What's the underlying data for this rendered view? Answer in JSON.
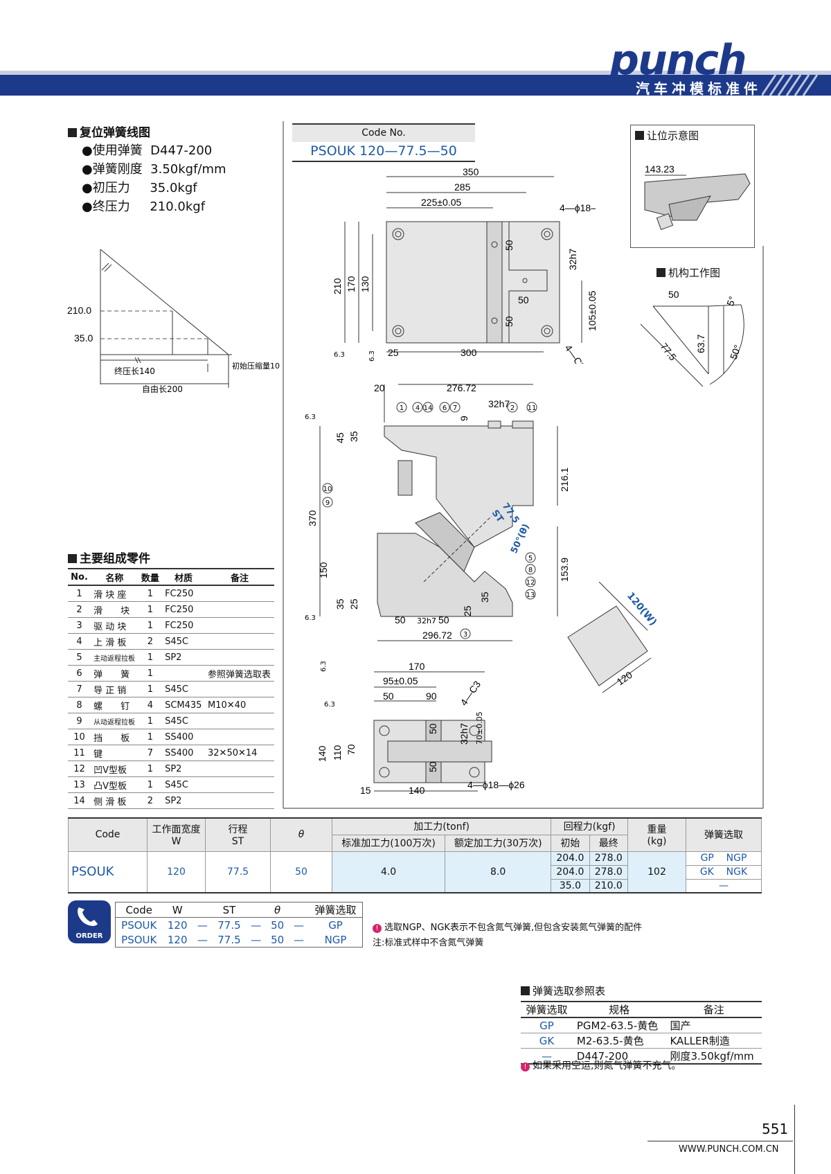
{
  "header": {
    "logo": "punch",
    "subtitle": "汽车冲模标准件"
  },
  "spring": {
    "title": "复位弹簧线图",
    "specs": [
      {
        "label": "●使用弹簧",
        "value": "D447-200"
      },
      {
        "label": "●弹簧刚度",
        "value": "3.50kgf/mm"
      },
      {
        "label": "●初压力",
        "value": "35.0kgf"
      },
      {
        "label": "●终压力",
        "value": "210.0kgf"
      }
    ],
    "chart": {
      "y_high": "210.0",
      "y_low": "35.0",
      "label_final": "终压长140",
      "label_initial": "初始压缩量10",
      "label_free": "自由长200"
    }
  },
  "code_box": {
    "header": "Code No.",
    "value": "PSOUK 120—77.5—50"
  },
  "clearance": {
    "title": "让位示意图",
    "dim": "143.23"
  },
  "mechanism": {
    "title": "机构工作图",
    "dims": [
      "50",
      "5°",
      "77.5",
      "63.7",
      "50°"
    ]
  },
  "top_view": {
    "dims": [
      "350",
      "285",
      "225±0.05",
      "4—ϕ18—ϕ26",
      "50",
      "32h7",
      "50",
      "50",
      "105±0.05",
      "210",
      "170",
      "130",
      "25",
      "300",
      "4—C3",
      "6.3",
      "6.3"
    ]
  },
  "side_view": {
    "dims": [
      "20",
      "276.72",
      "32h7",
      "9",
      "45",
      "35",
      "216.1",
      "370",
      "150",
      "35",
      "25",
      "50",
      "32h7",
      "50",
      "25",
      "35",
      "153.9",
      "296.72",
      "77.5",
      "ST",
      "50°(θ)",
      "6.3",
      "6.3"
    ],
    "callouts": [
      "1",
      "4",
      "14",
      "6",
      "7",
      "2",
      "11",
      "10",
      "9",
      "5",
      "8",
      "12",
      "13",
      "3"
    ]
  },
  "width_view": {
    "dims": [
      "120(W)",
      "120"
    ]
  },
  "bottom_view": {
    "dims": [
      "170",
      "95±0.05",
      "50",
      "90",
      "4—C3",
      "50",
      "32h7",
      "70±0.05",
      "50",
      "140",
      "110",
      "70",
      "15",
      "140",
      "4—ϕ18—ϕ26",
      "6.3",
      "6.3"
    ]
  },
  "parts": {
    "title": "主要组成零件",
    "headers": [
      "No.",
      "名称",
      "数量",
      "材质",
      "备注"
    ],
    "rows": [
      [
        "1",
        "滑 块 座",
        "1",
        "FC250",
        ""
      ],
      [
        "2",
        "滑　　块",
        "1",
        "FC250",
        ""
      ],
      [
        "3",
        "驱 动 块",
        "1",
        "FC250",
        ""
      ],
      [
        "4",
        "上 滑 板",
        "2",
        "S45C",
        ""
      ],
      [
        "5",
        "主动返程拉板",
        "1",
        "SP2",
        ""
      ],
      [
        "6",
        "弹　　簧",
        "1",
        "",
        "参照弹簧选取表"
      ],
      [
        "7",
        "导 正 销",
        "1",
        "S45C",
        ""
      ],
      [
        "8",
        "螺　　钉",
        "4",
        "SCM435",
        "M10✕40"
      ],
      [
        "9",
        "从动返程拉板",
        "1",
        "S45C",
        ""
      ],
      [
        "10",
        "挡　　板",
        "1",
        "SS400",
        ""
      ],
      [
        "11",
        "键",
        "7",
        "SS400",
        "32✕50✕14"
      ],
      [
        "12",
        "凹V型板",
        "1",
        "SP2",
        ""
      ],
      [
        "13",
        "凸V型板",
        "1",
        "S45C",
        ""
      ],
      [
        "14",
        "侧 滑 板",
        "2",
        "SP2",
        ""
      ]
    ]
  },
  "spec_table": {
    "h": {
      "code": "Code",
      "width": "工作面宽度",
      "w": "W",
      "stroke": "行程",
      "st": "ST",
      "theta": "θ",
      "force": "加工力(tonf)",
      "std_force": "标准加工力(100万次)",
      "rated_force": "额定加工力(30万次)",
      "return": "回程力(kgf)",
      "init": "初始",
      "final": "最终",
      "weight": "重量",
      "kg": "(kg)",
      "spring": "弹簧选取"
    },
    "code": "PSOUK",
    "w": "120",
    "st": "77.5",
    "theta": "50",
    "std": "4.0",
    "rated": "8.0",
    "weight": "102",
    "returns": [
      [
        "204.0",
        "278.0"
      ],
      [
        "204.0",
        "278.0"
      ],
      [
        "35.0",
        "210.0"
      ]
    ],
    "springs": [
      [
        "GP",
        "NGP"
      ],
      [
        "GK",
        "NGK"
      ],
      [
        "—",
        ""
      ]
    ]
  },
  "order": {
    "badge": "ORDER",
    "headers": [
      "Code",
      "W",
      "ST",
      "θ",
      "弹簧选取"
    ],
    "rows": [
      [
        "PSOUK",
        "120",
        "—",
        "77.5",
        "—",
        "50",
        "—",
        "GP"
      ],
      [
        "PSOUK",
        "120",
        "—",
        "77.5",
        "—",
        "50",
        "—",
        "NGP"
      ]
    ],
    "note1": "选取NGP、NGK表示不包含氮气弹簧,但包含安装氮气弹簧的配件",
    "note2": "注:标准式样中不含氮气弹簧"
  },
  "ref": {
    "title": "弹簧选取参照表",
    "headers": [
      "弹簧选取",
      "规格",
      "备注"
    ],
    "rows": [
      [
        "GP",
        "PGM2-63.5-黄色",
        "国产"
      ],
      [
        "GK",
        "M2-63.5-黄色",
        "KALLER制造"
      ],
      [
        "—",
        "D447-200",
        "刚度3.50kgf/mm"
      ]
    ],
    "note": "如果采用空运,则氮气弹簧不充气。"
  },
  "footer": {
    "page": "551",
    "url": "WWW.PUNCH.COM.CN"
  },
  "colors": {
    "brand": "#1d3a8a",
    "accent": "#1d5aa8",
    "highlight": "#dff0fa",
    "note": "#d6246d"
  }
}
